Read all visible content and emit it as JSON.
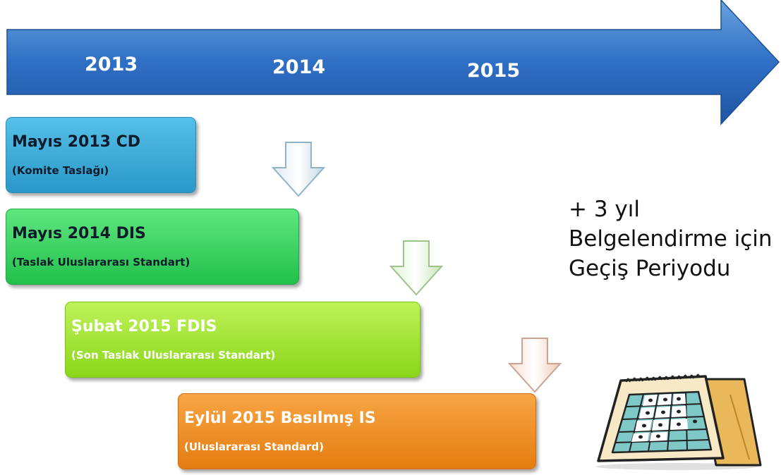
{
  "timeline": {
    "years": [
      "2013",
      "2014",
      "2015"
    ]
  },
  "stages": [
    {
      "title": "Mayıs 2013 CD",
      "subtitle": "(Komite Taslağı)",
      "color": "#35a8d6"
    },
    {
      "title": "Mayıs 2014 DIS",
      "subtitle": "(Taslak Uluslararası Standart)",
      "color": "#2fd15a"
    },
    {
      "title": "Şubat 2015 FDIS",
      "subtitle": "(Son Taslak Uluslararası Standart)",
      "color": "#9ee62a"
    },
    {
      "title": "Eylül 2015 Basılmış IS",
      "subtitle": "(Uluslararası Standard)",
      "color": "#f08a1c"
    }
  ],
  "note": {
    "line1": "+ 3 yıl",
    "line2": "Belgelendirme için",
    "line3": "Geçiş Periyodu"
  },
  "icons": [
    "timeline-arrow",
    "down-arrow",
    "calendar-icon"
  ]
}
